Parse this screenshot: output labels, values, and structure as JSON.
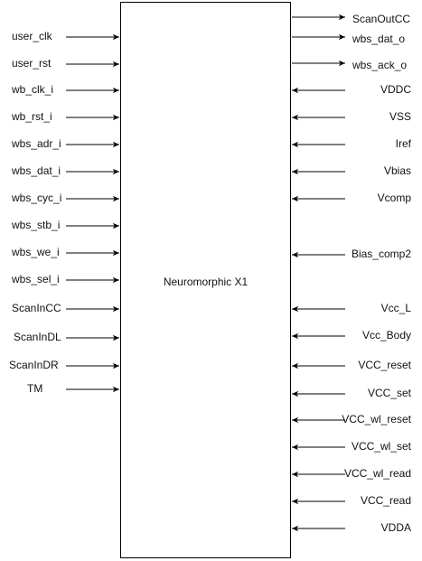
{
  "chip": {
    "label": "Neuromorphic X1"
  },
  "left_pins": [
    {
      "label": "user_clk",
      "direction": "in"
    },
    {
      "label": "user_rst",
      "direction": "in"
    },
    {
      "label": "wb_clk_i",
      "direction": "in"
    },
    {
      "label": "wb_rst_i",
      "direction": "in"
    },
    {
      "label": "wbs_adr_i",
      "direction": "in"
    },
    {
      "label": "wbs_dat_i",
      "direction": "in"
    },
    {
      "label": "wbs_cyc_i",
      "direction": "in"
    },
    {
      "label": "wbs_stb_i",
      "direction": "in"
    },
    {
      "label": "wbs_we_i",
      "direction": "in"
    },
    {
      "label": "wbs_sel_i",
      "direction": "in"
    },
    {
      "label": "ScanInCC",
      "direction": "in"
    },
    {
      "label": "ScanInDL",
      "direction": "in"
    },
    {
      "label": "ScanInDR",
      "direction": "in"
    },
    {
      "label": "TM",
      "direction": "in"
    }
  ],
  "right_pins": [
    {
      "label": "ScanOutCC",
      "direction": "out"
    },
    {
      "label": "wbs_dat_o",
      "direction": "out"
    },
    {
      "label": "wbs_ack_o",
      "direction": "out"
    },
    {
      "label": "VDDC",
      "direction": "in"
    },
    {
      "label": "VSS",
      "direction": "in"
    },
    {
      "label": "Iref",
      "direction": "in"
    },
    {
      "label": "Vbias",
      "direction": "in"
    },
    {
      "label": "Vcomp",
      "direction": "in"
    },
    {
      "label": "Bias_comp2",
      "direction": "in"
    },
    {
      "label": "Vcc_L",
      "direction": "in"
    },
    {
      "label": "Vcc_Body",
      "direction": "in"
    },
    {
      "label": "VCC_reset",
      "direction": "in"
    },
    {
      "label": "VCC_set",
      "direction": "in"
    },
    {
      "label": "VCC_wl_reset",
      "direction": "in"
    },
    {
      "label": "VCC_wl_set",
      "direction": "in"
    },
    {
      "label": "VCC_wl_read",
      "direction": "in"
    },
    {
      "label": "VCC_read",
      "direction": "in"
    },
    {
      "label": "VDDA",
      "direction": "in"
    }
  ]
}
